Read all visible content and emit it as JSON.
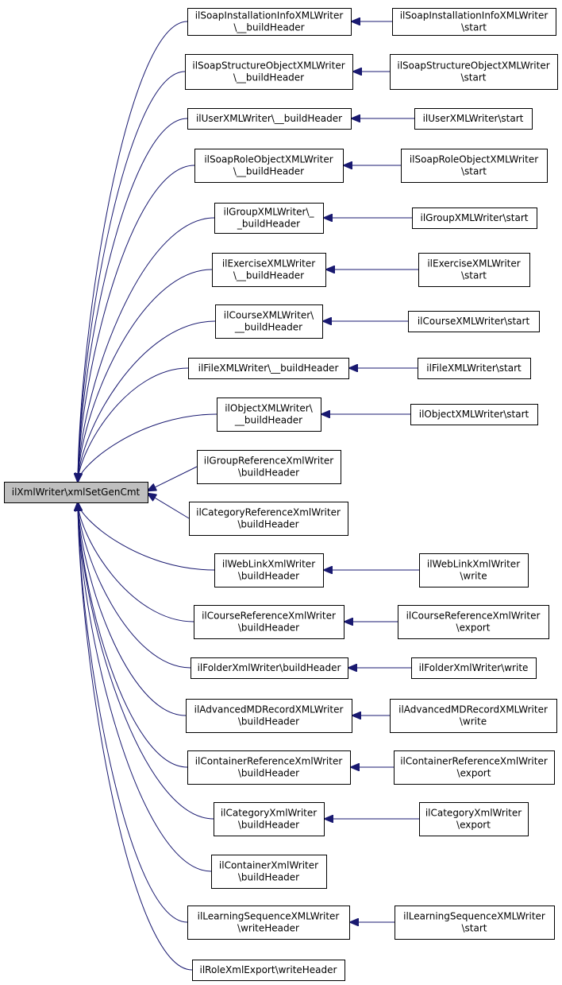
{
  "diagram": {
    "root": {
      "id": "root",
      "lines": [
        "ilXmlWriter\\xmlSetGenCmt"
      ]
    },
    "callers": [
      {
        "id": "c1",
        "lines": [
          "ilSoapInstallationInfoXMLWriter",
          "\\__buildHeader"
        ],
        "caller_of": "d1"
      },
      {
        "id": "c2",
        "lines": [
          "ilSoapStructureObjectXMLWriter",
          "\\__buildHeader"
        ],
        "caller_of": "d2"
      },
      {
        "id": "c3",
        "lines": [
          "ilUserXMLWriter\\__buildHeader"
        ],
        "caller_of": "d3"
      },
      {
        "id": "c4",
        "lines": [
          "ilSoapRoleObjectXMLWriter",
          "\\__buildHeader"
        ],
        "caller_of": "d4"
      },
      {
        "id": "c5",
        "lines": [
          "ilGroupXMLWriter\\_",
          "_buildHeader"
        ],
        "caller_of": "d5"
      },
      {
        "id": "c6",
        "lines": [
          "ilExerciseXMLWriter",
          "\\__buildHeader"
        ],
        "caller_of": "d6"
      },
      {
        "id": "c7",
        "lines": [
          "ilCourseXMLWriter\\",
          "__buildHeader"
        ],
        "caller_of": "d7"
      },
      {
        "id": "c8",
        "lines": [
          "ilFileXMLWriter\\__buildHeader"
        ],
        "caller_of": "d8"
      },
      {
        "id": "c9",
        "lines": [
          "ilObjectXMLWriter\\",
          "__buildHeader"
        ],
        "caller_of": "d9"
      },
      {
        "id": "c10",
        "lines": [
          "ilGroupReferenceXmlWriter",
          "\\buildHeader"
        ]
      },
      {
        "id": "c11",
        "lines": [
          "ilCategoryReferenceXmlWriter",
          "\\buildHeader"
        ]
      },
      {
        "id": "c12",
        "lines": [
          "ilWebLinkXmlWriter",
          "\\buildHeader"
        ],
        "caller_of": "d12"
      },
      {
        "id": "c13",
        "lines": [
          "ilCourseReferenceXmlWriter",
          "\\buildHeader"
        ],
        "caller_of": "d13"
      },
      {
        "id": "c14",
        "lines": [
          "ilFolderXmlWriter\\buildHeader"
        ],
        "caller_of": "d14"
      },
      {
        "id": "c15",
        "lines": [
          "ilAdvancedMDRecordXMLWriter",
          "\\buildHeader"
        ],
        "caller_of": "d15"
      },
      {
        "id": "c16",
        "lines": [
          "ilContainerReferenceXmlWriter",
          "\\buildHeader"
        ],
        "caller_of": "d16"
      },
      {
        "id": "c17",
        "lines": [
          "ilCategoryXmlWriter",
          "\\buildHeader"
        ],
        "caller_of": "d17"
      },
      {
        "id": "c18",
        "lines": [
          "ilContainerXmlWriter",
          "\\buildHeader"
        ]
      },
      {
        "id": "c19",
        "lines": [
          "ilLearningSequenceXMLWriter",
          "\\writeHeader"
        ],
        "caller_of": "d19"
      },
      {
        "id": "c20",
        "lines": [
          "ilRoleXmlExport\\writeHeader"
        ]
      }
    ],
    "callers_of_callers": [
      {
        "id": "d1",
        "lines": [
          "ilSoapInstallationInfoXMLWriter",
          "\\start"
        ]
      },
      {
        "id": "d2",
        "lines": [
          "ilSoapStructureObjectXMLWriter",
          "\\start"
        ]
      },
      {
        "id": "d3",
        "lines": [
          "ilUserXMLWriter\\start"
        ]
      },
      {
        "id": "d4",
        "lines": [
          "ilSoapRoleObjectXMLWriter",
          "\\start"
        ]
      },
      {
        "id": "d5",
        "lines": [
          "ilGroupXMLWriter\\start"
        ]
      },
      {
        "id": "d6",
        "lines": [
          "ilExerciseXMLWriter",
          "\\start"
        ]
      },
      {
        "id": "d7",
        "lines": [
          "ilCourseXMLWriter\\start"
        ]
      },
      {
        "id": "d8",
        "lines": [
          "ilFileXMLWriter\\start"
        ]
      },
      {
        "id": "d9",
        "lines": [
          "ilObjectXMLWriter\\start"
        ]
      },
      {
        "id": "d12",
        "lines": [
          "ilWebLinkXmlWriter",
          "\\write"
        ]
      },
      {
        "id": "d13",
        "lines": [
          "ilCourseReferenceXmlWriter",
          "\\export"
        ]
      },
      {
        "id": "d14",
        "lines": [
          "ilFolderXmlWriter\\write"
        ]
      },
      {
        "id": "d15",
        "lines": [
          "ilAdvancedMDRecordXMLWriter",
          "\\write"
        ]
      },
      {
        "id": "d16",
        "lines": [
          "ilContainerReferenceXmlWriter",
          "\\export"
        ]
      },
      {
        "id": "d17",
        "lines": [
          "ilCategoryXmlWriter",
          "\\export"
        ]
      },
      {
        "id": "d19",
        "lines": [
          "ilLearningSequenceXMLWriter",
          "\\start"
        ]
      }
    ],
    "colors": {
      "edge": "#191970",
      "root_fill": "#bfbfbf",
      "node_fill": "#ffffff",
      "border": "#000000"
    }
  }
}
